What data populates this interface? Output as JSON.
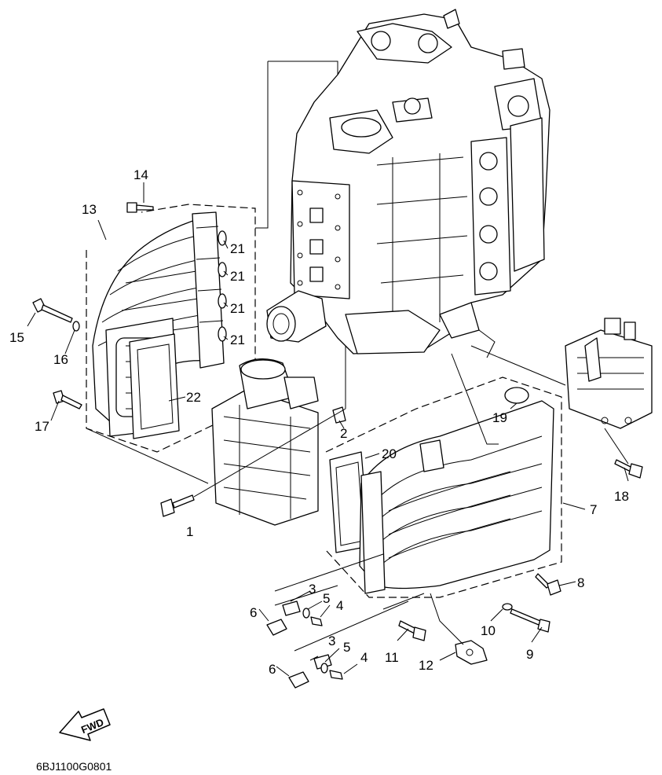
{
  "callouts": {
    "c1": "1",
    "c2": "2",
    "c3a": "3",
    "c3b": "3",
    "c4a": "4",
    "c4b": "4",
    "c5a": "5",
    "c5b": "5",
    "c6a": "6",
    "c6b": "6",
    "c7": "7",
    "c8": "8",
    "c9": "9",
    "c10": "10",
    "c11": "11",
    "c12": "12",
    "c13": "13",
    "c14": "14",
    "c15": "15",
    "c16": "16",
    "c17": "17",
    "c18": "18",
    "c19": "19",
    "c20": "20",
    "c21a": "21",
    "c21b": "21",
    "c21c": "21",
    "c21d": "21",
    "c22": "22"
  },
  "fwd_label": "FWD",
  "figure_code": "6BJ1100G0801"
}
